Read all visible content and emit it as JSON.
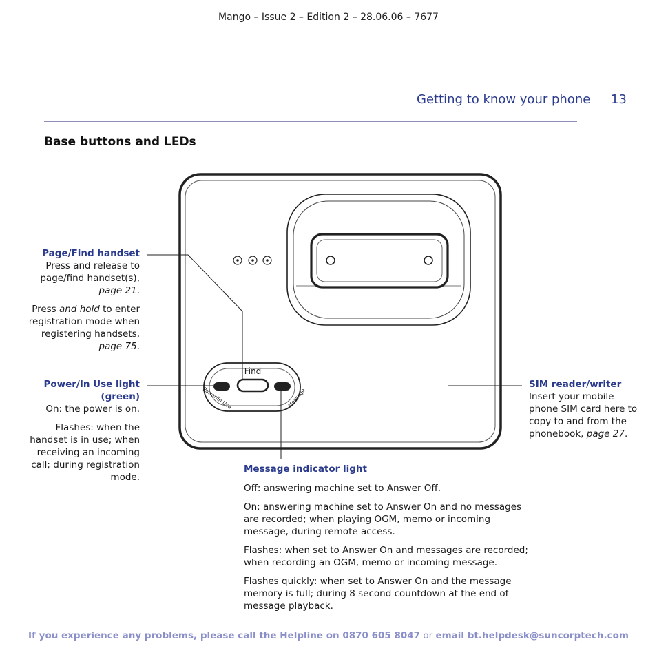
{
  "header": {
    "doc_info": "Mango – Issue 2 – Edition 2 – 28.06.06 – 7677"
  },
  "running_head": {
    "section": "Getting to know your phone",
    "page_number": "13"
  },
  "page_title": "Base buttons and LEDs",
  "diagram": {
    "find_label": "Find",
    "power_label": "Power/In Use",
    "message_label": "Message"
  },
  "callouts": {
    "page_find": {
      "heading": "Page/Find handset",
      "p1_pre": "Press and release to page/find handset(s), ",
      "p1_ref": "page 21",
      "p1_post": ".",
      "p2_pre": "Press ",
      "p2_em": "and hold",
      "p2_mid": " to enter registration mode when registering handsets, ",
      "p2_ref": "page 75",
      "p2_post": "."
    },
    "power": {
      "heading": "Power/In Use light (green)",
      "p1": "On: the power is on.",
      "p2": "Flashes: when the handset is in use; when receiving an incoming call; during registration mode."
    },
    "sim": {
      "heading": "SIM reader/writer",
      "p1_pre": "Insert your mobile phone SIM card here to copy to and from the phonebook, ",
      "p1_ref": "page 27",
      "p1_post": "."
    },
    "message": {
      "heading": "Message indicator light",
      "p1": "Off: answering machine set to Answer Off.",
      "p2": "On: answering machine set to Answer On and no messages are recorded; when playing OGM, memo or incoming message, during remote access.",
      "p3": "Flashes: when set to Answer On and messages are recorded; when recording an OGM, memo or incoming message.",
      "p4": "Flashes quickly: when set to Answer On and the message memory is full; during 8 second countdown at the end of message playback."
    }
  },
  "footer": {
    "text1": "If you experience any problems, please call the Helpline on ",
    "phone": "0870 605 8047",
    "or": " or ",
    "email": "email bt.helpdesk@suncorptech.com"
  },
  "colors": {
    "accent": "#2a3a8c",
    "footer": "#8a8fc9",
    "rule": "#8d8fbd"
  }
}
